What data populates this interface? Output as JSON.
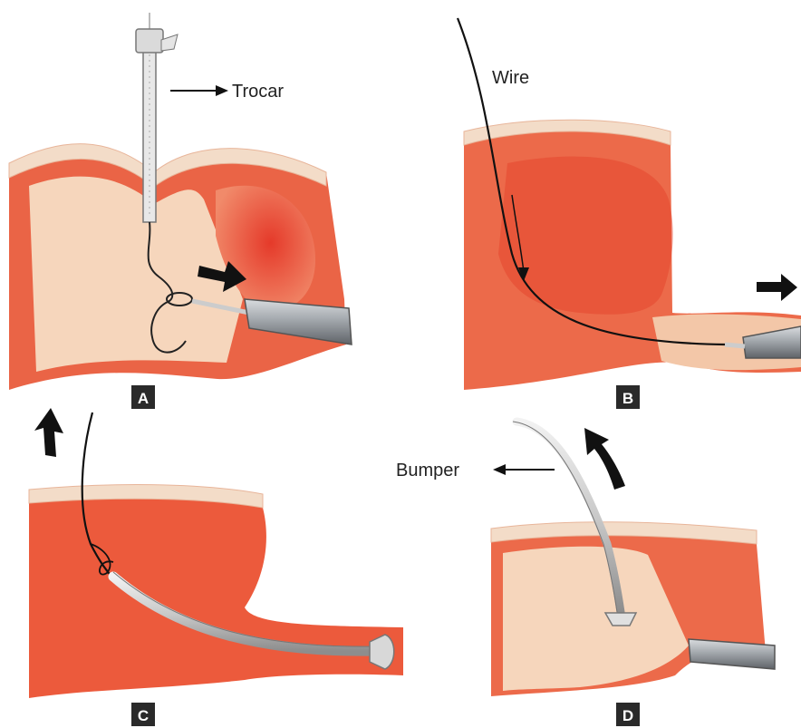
{
  "panels": [
    {
      "id": "A",
      "badge": "A",
      "callout": "Trocar"
    },
    {
      "id": "B",
      "badge": "B",
      "callout": "Wire"
    },
    {
      "id": "C",
      "badge": "C"
    },
    {
      "id": "D",
      "badge": "D",
      "callout": "Bumper"
    }
  ],
  "colors": {
    "tissue_dark": "#e8553a",
    "tissue_mid": "#f07a5a",
    "tissue_light": "#f6d6bc",
    "skin": "#f3dcc8",
    "badge": "#2a2a2a",
    "instrument": "#9a9ea3"
  },
  "icons": [
    "trocar-icon",
    "endoscope-icon",
    "wire-icon",
    "snare-icon",
    "direction-arrow-icon",
    "gastrostomy-tube-icon",
    "bumper-icon"
  ]
}
